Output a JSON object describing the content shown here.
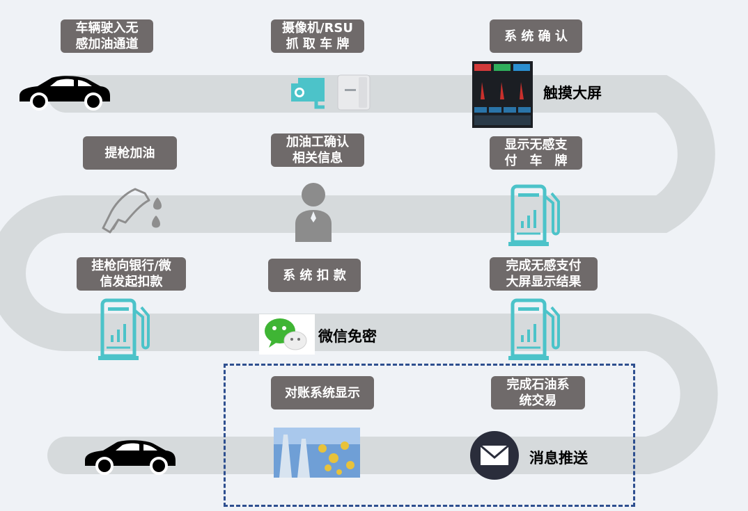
{
  "steps": {
    "enter": "车辆驶入无\n感加油通道",
    "capture": "摄像机/RSU\n抓 取 车 牌",
    "confirm": "系 统 确 认",
    "nozzle": "提枪加油",
    "worker_confirm": "加油工确认\n相关信息",
    "show_plate": "显示无感支\n付　车　牌",
    "hang_nozzle": "挂枪向银行/微\n信发起扣款",
    "deduct": "系 统 扣 款",
    "complete_pay": "完成无感支付\n大屏显示结果",
    "reconcile": "对账系统显示",
    "petro_done": "完成石油系\n统交易"
  },
  "side_labels": {
    "touch_screen": "触摸大屏",
    "wechat": "微信免密",
    "message": "消息推送"
  },
  "icons": {
    "car_start": "car-icon",
    "camera": "camera-icon",
    "rsu": "rsu-device-icon",
    "screen": "touch-screen-icon",
    "nozzle": "fuel-nozzle-icon",
    "person": "person-icon",
    "pump1": "fuel-pump-icon",
    "pump2": "fuel-pump-icon",
    "pump3": "fuel-pump-icon",
    "wechat": "wechat-icon",
    "money": "money-icon",
    "mail": "mail-icon",
    "car_end": "car-icon"
  },
  "colors": {
    "background": "#eff2f6",
    "road": "#d6dadc",
    "label_bg": "#6f6a6a",
    "teal": "#4cc3c9",
    "dashed_border": "#2e4f8f"
  }
}
